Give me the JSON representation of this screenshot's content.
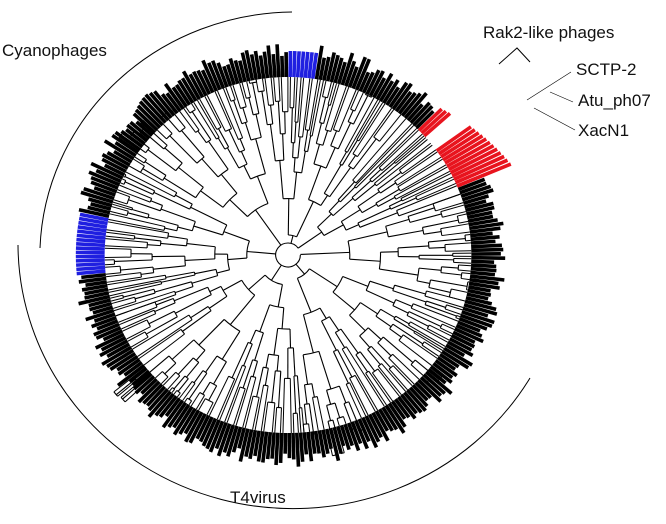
{
  "labels": {
    "cyanophages": "Cyanophages",
    "t4virus": "T4virus",
    "rak2": "Rak2-like phages",
    "sctp2": "SCTP-2",
    "atu": "Atu_ph07",
    "xacn1": "XacN1"
  },
  "colors": {
    "default_branch": "#000000",
    "rak2_highlight": "#e8141e",
    "cyanophage_highlight": "#1f1fe0"
  }
}
